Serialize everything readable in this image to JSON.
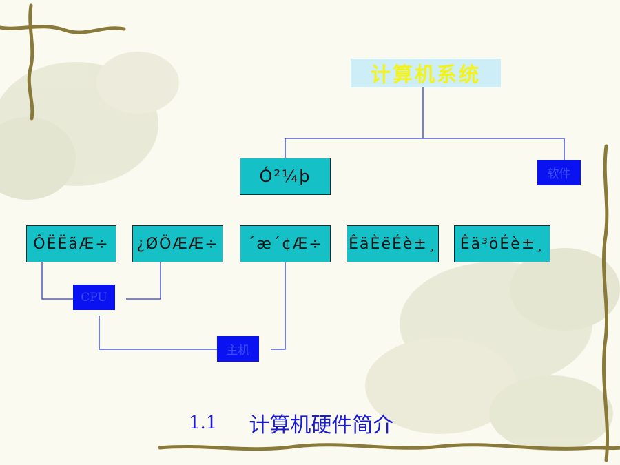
{
  "slide": {
    "root": "计算机系统",
    "hardware": "Ó²¼þ",
    "software": "软件",
    "components": [
      "ÔËËãÆ÷",
      "¿ØÖÆÆ÷",
      "´æ´¢Æ÷",
      "ÊäÈëÉè±¸",
      "Êä³öÉè±¸"
    ],
    "cpu": "CPU",
    "host": "主机",
    "caption_number": "1.1",
    "caption_text": "计算机硬件简介"
  },
  "colors": {
    "teal_box": "#16c0c7",
    "blue_box": "#0b12f2",
    "line": "#2f3fd0",
    "title_text": "#f3f21c",
    "caption": "#1a1ad0"
  }
}
